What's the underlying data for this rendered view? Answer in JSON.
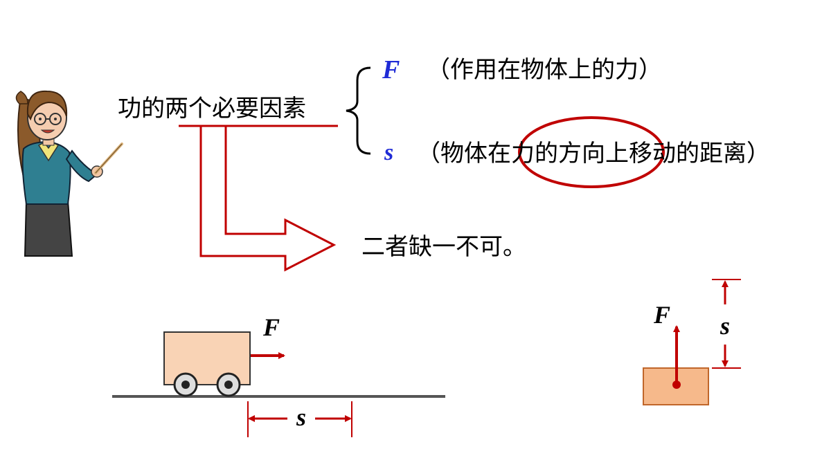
{
  "title_text": "功的两个必要因素",
  "factor_f": {
    "symbol": "F",
    "desc": "（作用在物体上的力）"
  },
  "factor_s": {
    "symbol": "s",
    "desc_pre": "（物体在",
    "desc_highlight": "力的方向上",
    "desc_post": "移动的距离）"
  },
  "conclusion": "二者缺一不可。",
  "cart_diagram": {
    "force_label": "F",
    "distance_label": "s"
  },
  "lift_diagram": {
    "force_label": "F",
    "distance_label": "s"
  },
  "colors": {
    "accent_red": "#c00000",
    "symbol_blue": "#1f2bd6",
    "box_fill": "#f9d3b5",
    "block_fill": "#f6b98b",
    "ground": "#555555"
  }
}
